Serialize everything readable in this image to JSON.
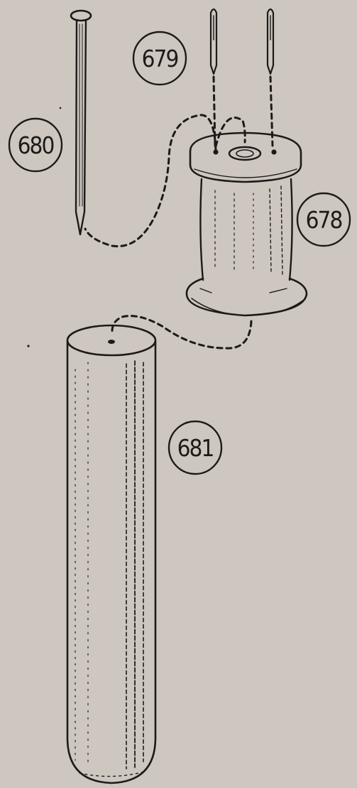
{
  "labels": {
    "spool": "678",
    "needles": "679",
    "nail": "680",
    "tube": "681"
  },
  "colors": {
    "background": "#cdc7bf",
    "ink": "#1d1b19"
  }
}
